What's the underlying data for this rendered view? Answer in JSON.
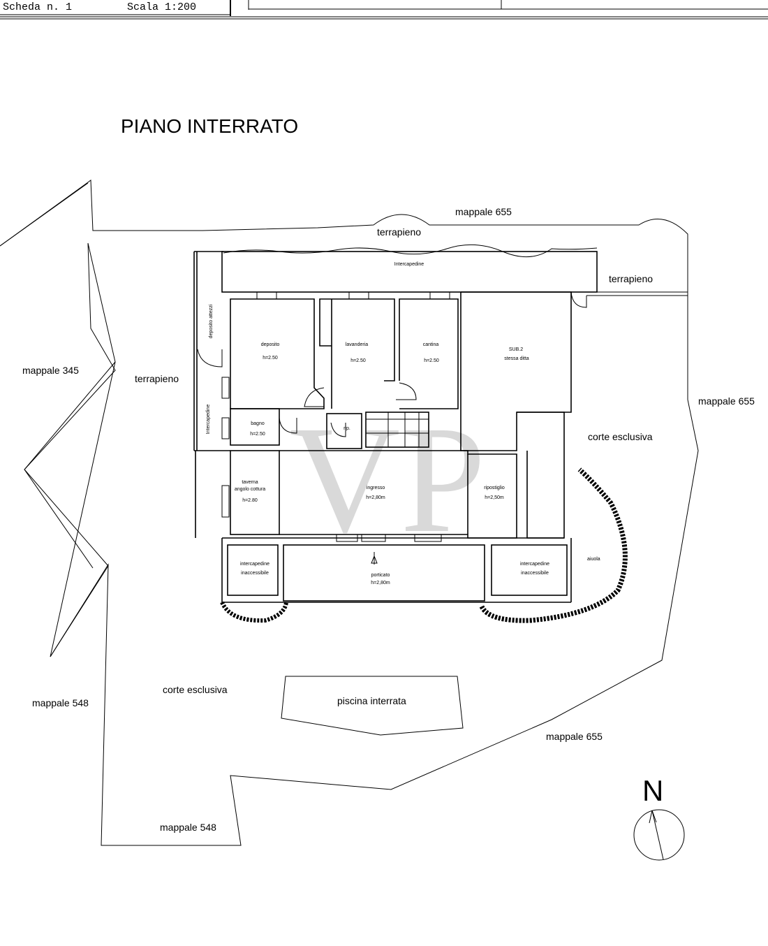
{
  "header": {
    "sheet_label": "Scheda n. 1",
    "scale_label": "Scala 1:200"
  },
  "title": "PIANO INTERRATO",
  "watermark": "VP",
  "north_label": "N",
  "site_labels": {
    "mappale_655_top": "mappale 655",
    "terrapieno_top": "terrapieno",
    "terrapieno_right": "terrapieno",
    "mappale_345": "mappale 345",
    "terrapieno_left": "terrapieno",
    "mappale_655_right": "mappale 655",
    "corte_esclusiva_right": "corte esclusiva",
    "aiuola": "aiuola",
    "corte_esclusiva_bottom": "corte esclusiva",
    "mappale_548_left": "mappale 548",
    "piscina": "piscina interrata",
    "mappale_655_bottom": "mappale 655",
    "mappale_548_bottom": "mappale 548"
  },
  "rooms": {
    "intercapedine_top": "Intercapedine",
    "deposito_attrezzi": "deposito attezzi",
    "intercapedine_left": "Intercapedine",
    "deposito": "deposito",
    "deposito_h": "h=2.50",
    "lavanderia": "lavanderia",
    "lavanderia_h": "h=2.50",
    "cantina": "cantina",
    "cantina_h": "h=2.50",
    "sub2": "SUB.2",
    "sub2_sub": "stessa ditta",
    "bagno": "bagno",
    "bagno_h": "h=2.50",
    "rip": "rip.",
    "taverna": "taverna",
    "taverna_sub": "angolo cottura",
    "taverna_h": "h=2.80",
    "ingresso": "ingresso",
    "ingresso_h": "h=2,80m",
    "ripostiglio": "ripostiglio",
    "ripostiglio_h": "h=2,50m",
    "intercap_inacc_left_1": "intercapedine",
    "intercap_inacc_left_2": "inaccessibile",
    "porticato": "porticato",
    "porticato_h": "h=2,80m",
    "intercap_inacc_right_1": "intercapedine",
    "intercap_inacc_right_2": "inaccessibile"
  }
}
